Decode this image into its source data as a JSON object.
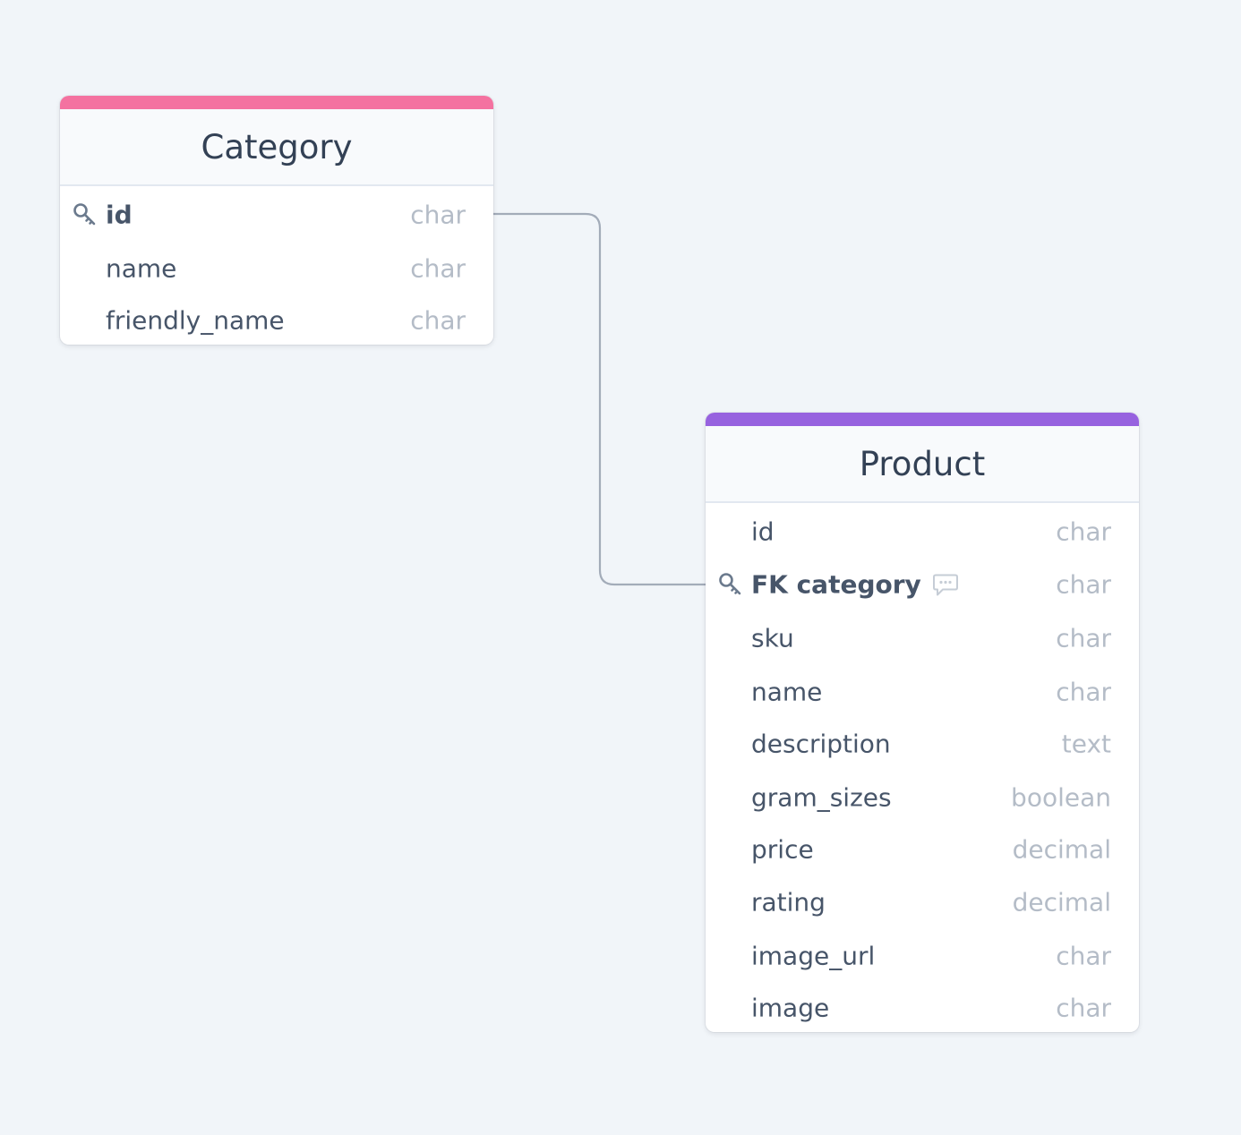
{
  "colors": {
    "background": "#f1f5f9",
    "category_accent": "#f472a0",
    "product_accent": "#9762df",
    "connector": "#a3acb9"
  },
  "tables": {
    "category": {
      "title": "Category",
      "fields": [
        {
          "name": "id",
          "type": "char",
          "icon": "key-icon"
        },
        {
          "name": "name",
          "type": "char"
        },
        {
          "name": "friendly_name",
          "type": "char"
        }
      ]
    },
    "product": {
      "title": "Product",
      "fields": [
        {
          "name": "id",
          "type": "char"
        },
        {
          "name": "FK category",
          "type": "char",
          "icon": "key-icon",
          "note_icon": "comment-icon"
        },
        {
          "name": "sku",
          "type": "char"
        },
        {
          "name": "name",
          "type": "char"
        },
        {
          "name": "description",
          "type": "text"
        },
        {
          "name": "gram_sizes",
          "type": "boolean"
        },
        {
          "name": "price",
          "type": "decimal"
        },
        {
          "name": "rating",
          "type": "decimal"
        },
        {
          "name": "image_url",
          "type": "char"
        },
        {
          "name": "image",
          "type": "char"
        }
      ]
    }
  }
}
